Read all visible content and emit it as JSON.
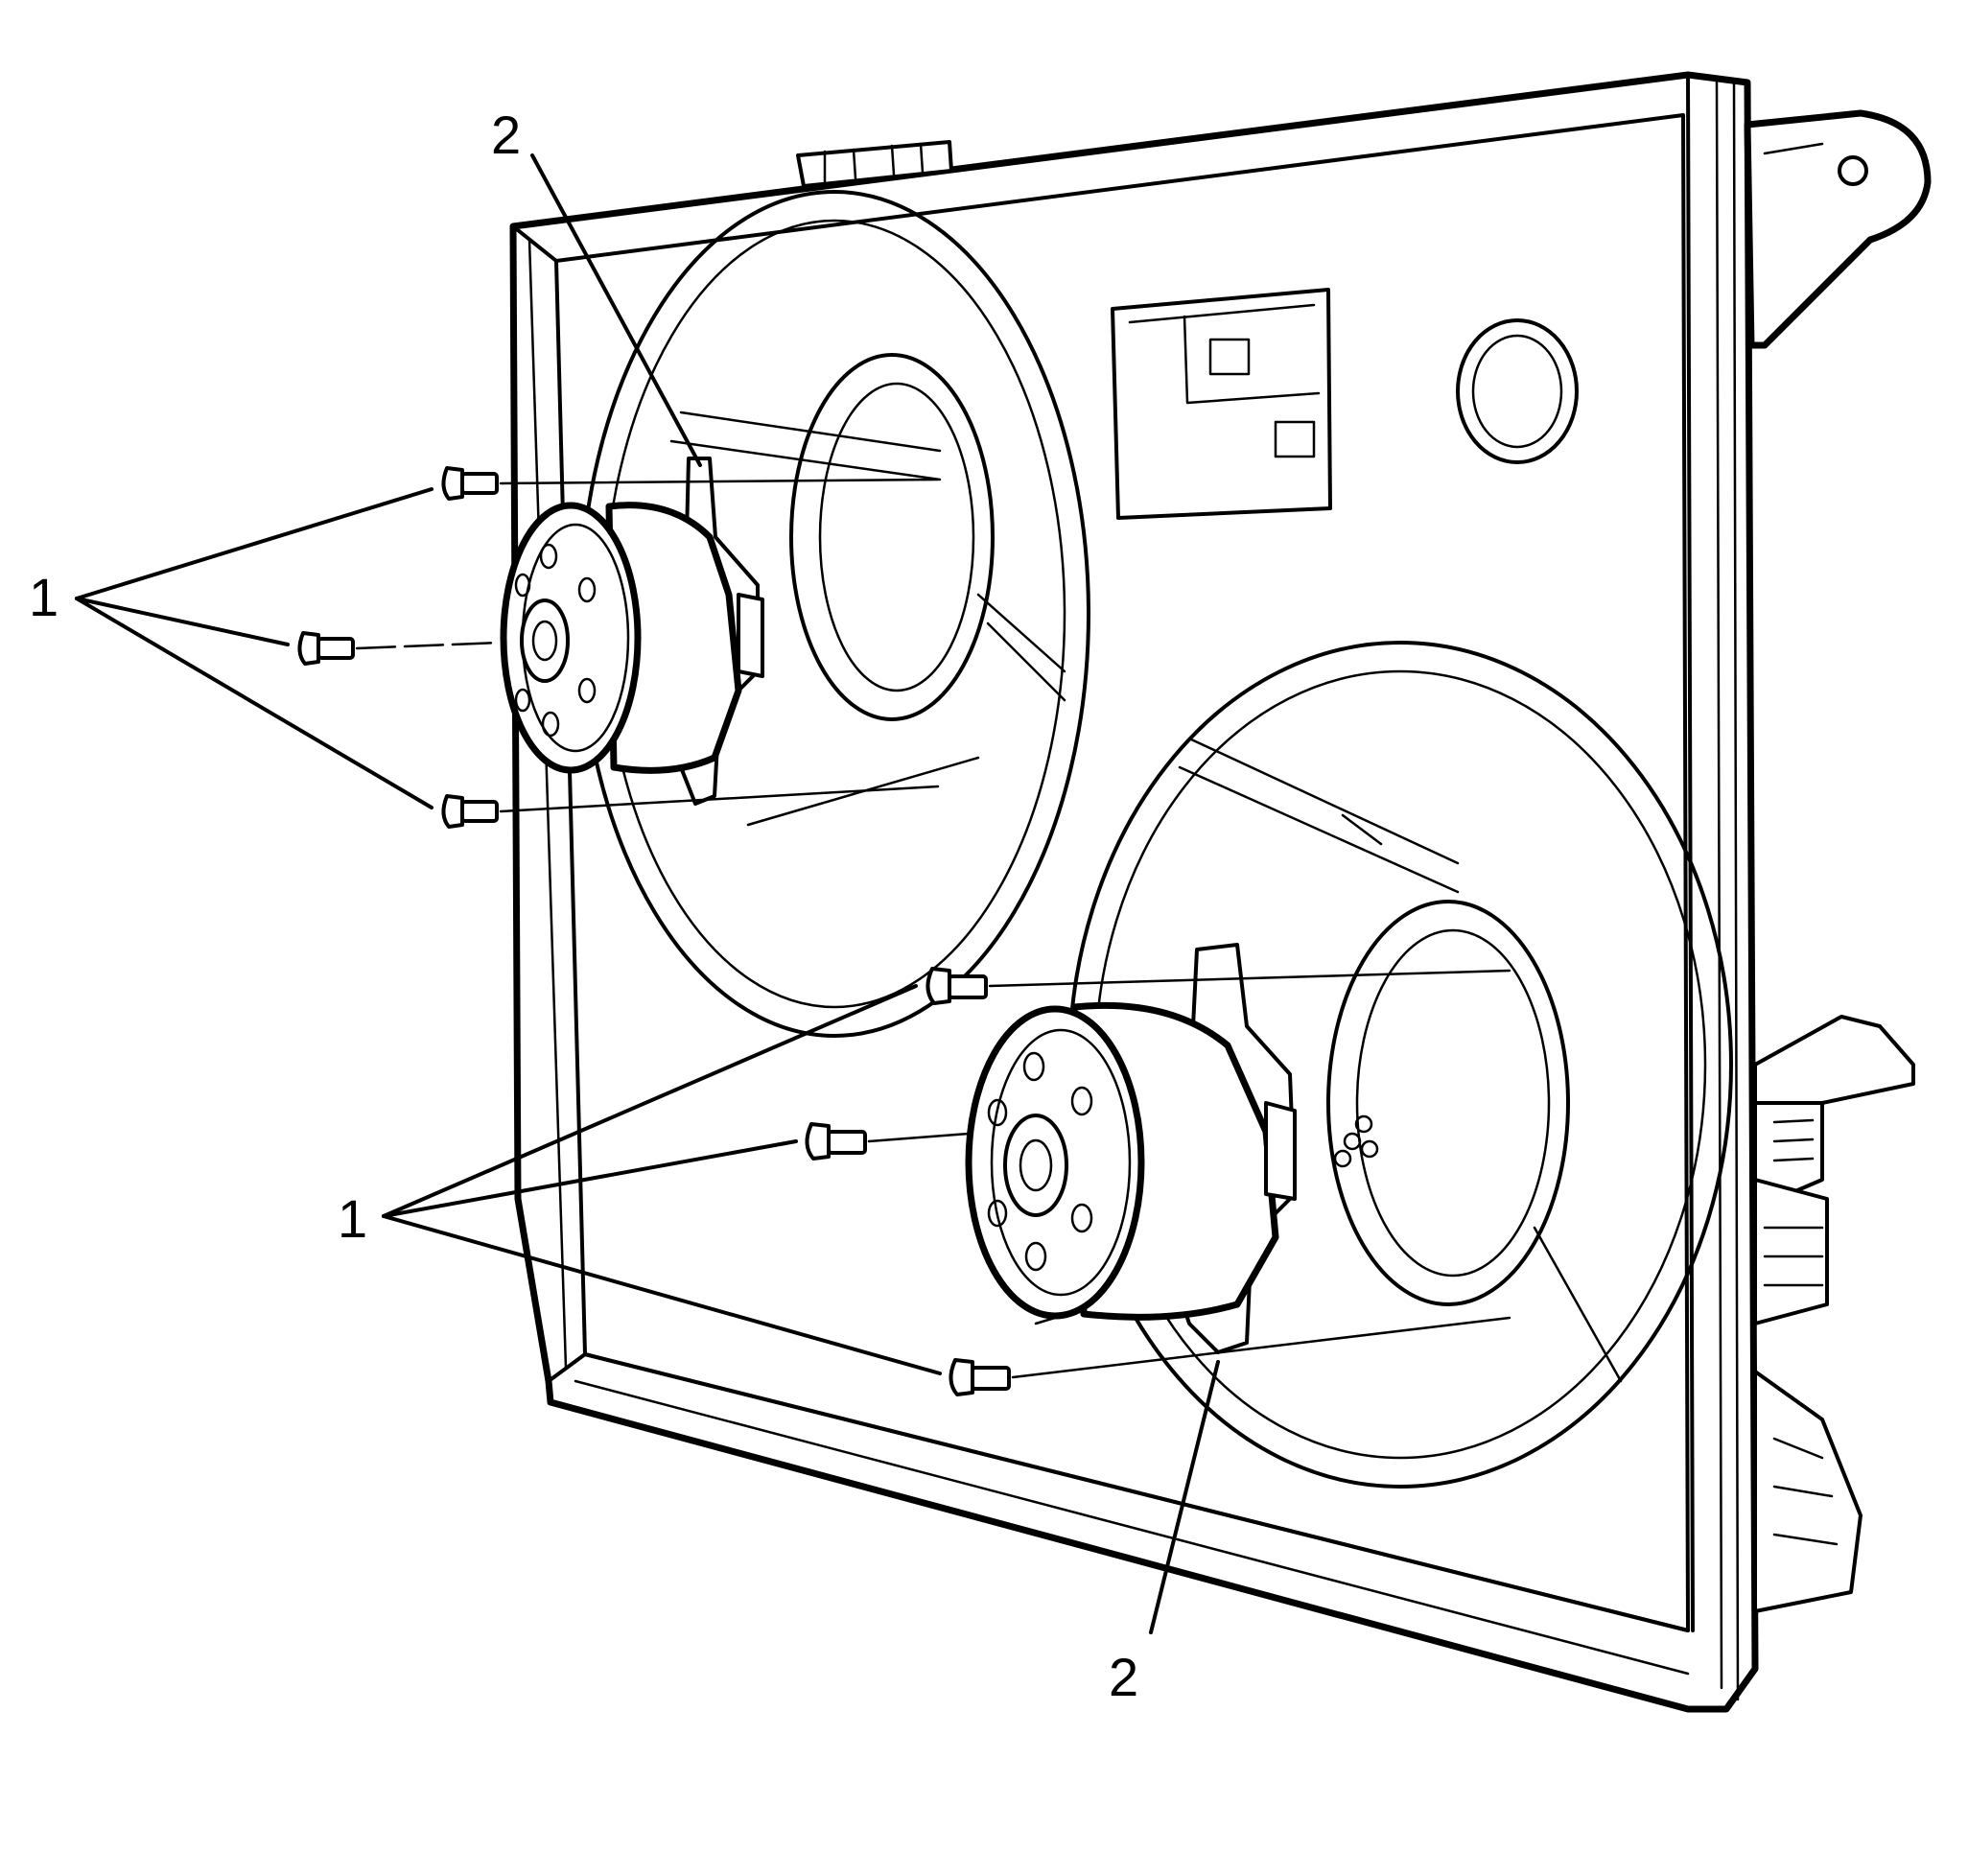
{
  "callouts": {
    "upper_top_label": "2",
    "upper_left_label": "1",
    "lower_left_label": "1",
    "lower_bottom_label": "2"
  },
  "colors": {
    "ink": "#000000",
    "paper": "#ffffff"
  }
}
